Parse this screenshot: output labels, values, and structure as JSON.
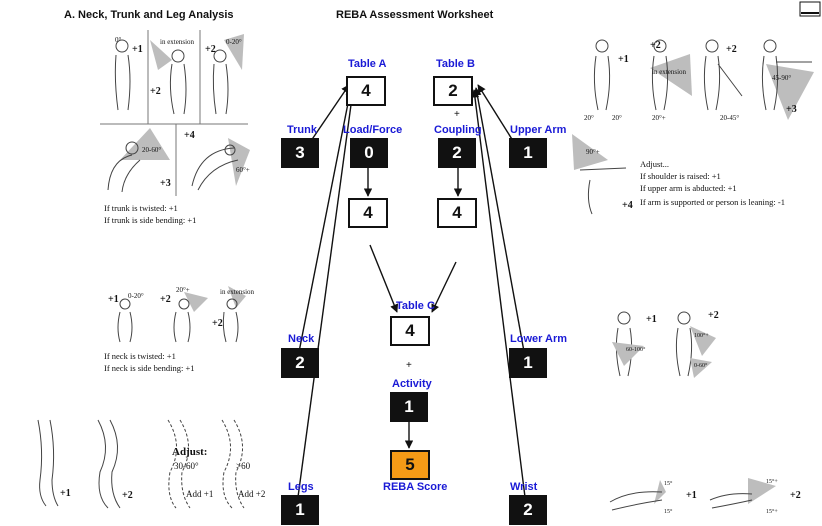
{
  "titles": {
    "section_a": "A. Neck, Trunk and Leg Analysis",
    "worksheet": "REBA Assessment Worksheet"
  },
  "tables": {
    "table_a": {
      "label": "Table A",
      "value": "4"
    },
    "table_b": {
      "label": "Table B",
      "value": "2"
    },
    "table_c": {
      "label": "Table C",
      "value": "4"
    }
  },
  "factors": {
    "trunk": {
      "label": "Trunk",
      "value": "3"
    },
    "load_force": {
      "label": "Load/Force",
      "value": "0"
    },
    "coupling": {
      "label": "Coupling",
      "value": "2"
    },
    "upper_arm": {
      "label": "Upper Arm",
      "value": "1"
    },
    "neck": {
      "label": "Neck",
      "value": "2"
    },
    "lower_arm": {
      "label": "Lower Arm",
      "value": "1"
    },
    "legs": {
      "label": "Legs",
      "value": "1"
    },
    "wrist": {
      "label": "Wrist",
      "value": "2"
    },
    "activity": {
      "label": "Activity",
      "value": "1"
    }
  },
  "intermediate": {
    "score_a": "4",
    "score_b": "4"
  },
  "reba": {
    "label": "REBA Score",
    "value": "5"
  },
  "plus_sign": "+",
  "trunk_panel": {
    "scores": [
      "+1",
      "+2",
      "+2",
      "+3",
      "+4"
    ],
    "angles": [
      "0°",
      "in extension",
      "0-20°",
      "20-60°",
      "60°+"
    ],
    "notes": [
      "If trunk is twisted: +1",
      "If trunk is side bending: +1"
    ]
  },
  "neck_panel": {
    "scores": [
      "+1",
      "+2",
      "+2"
    ],
    "angles": [
      "0-20°",
      "20°+",
      "in extension"
    ],
    "notes": [
      "If neck is twisted: +1",
      "If neck is side bending: +1"
    ]
  },
  "legs_panel": {
    "scores": [
      "+1",
      "+2"
    ],
    "adjust": "Adjust:",
    "angles": [
      "30-60°",
      ">60"
    ],
    "adds": [
      "Add +1",
      "Add +2"
    ]
  },
  "upper_arm_panel": {
    "scores": [
      "+1",
      "+2",
      "+2",
      "+3",
      "+4"
    ],
    "angles": [
      "20°",
      "20°",
      "in extension",
      "20°+",
      "20-45°",
      "45-90°",
      "90°+"
    ],
    "adjust_title": "Adjust...",
    "adjust_notes": [
      "If shoulder is raised: +1",
      "If upper arm is abducted: +1",
      "If arm is supported or person is leaning: -1"
    ]
  },
  "lower_arm_panel": {
    "scores": [
      "+1",
      "+2"
    ],
    "angles": [
      "60-100°",
      "0-60°",
      "100°+"
    ]
  },
  "wrist_panel": {
    "scores": [
      "+1",
      "+2"
    ],
    "angles": [
      "15°",
      "15°",
      "15°+",
      "15°+"
    ]
  },
  "colors": {
    "label_blue": "#1a1ad6",
    "reba_orange": "#f59a16",
    "box_dark": "#111111"
  }
}
